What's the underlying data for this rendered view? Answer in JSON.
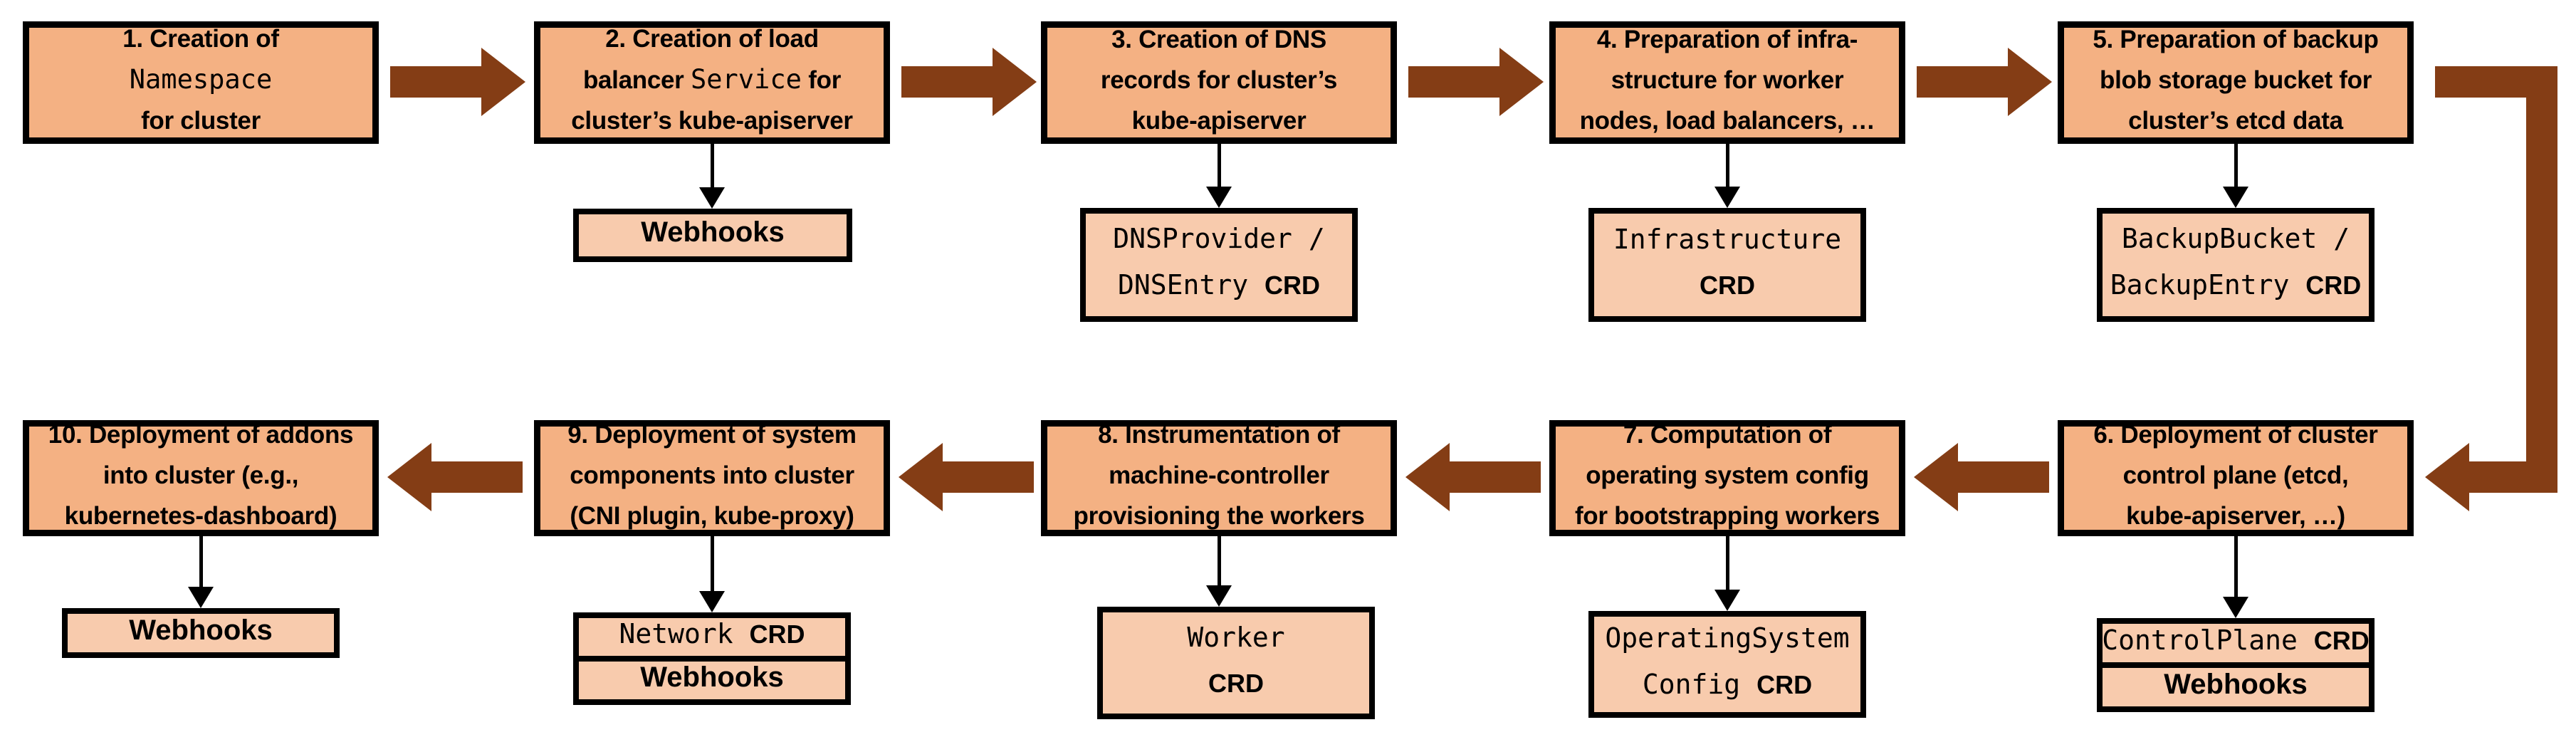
{
  "colors": {
    "step_fill": "#F4B183",
    "resource_fill": "#F8CBAD",
    "arrow_brown": "#843D15",
    "border": "#000000",
    "background": "#FFFFFF",
    "text": "#000000"
  },
  "steps": [
    {
      "num": "1",
      "label": "1. Creation of Namespace for cluster",
      "lines": [
        [
          {
            "t": "1. Creation of",
            "s": "sans"
          }
        ],
        [
          {
            "t": "Namespace",
            "s": "mono"
          }
        ],
        [
          {
            "t": "for cluster",
            "s": "sans"
          }
        ]
      ]
    },
    {
      "num": "2",
      "label": "2. Creation of load balancer Service for cluster’s kube-apiserver",
      "lines": [
        [
          {
            "t": "2. Creation of load",
            "s": "sans"
          }
        ],
        [
          {
            "t": "balancer ",
            "s": "sans"
          },
          {
            "t": "Service",
            "s": "mono"
          },
          {
            "t": " for",
            "s": "sans"
          }
        ],
        [
          {
            "t": "cluster’s kube-apiserver",
            "s": "sans"
          }
        ]
      ]
    },
    {
      "num": "3",
      "label": "3. Creation of DNS records for cluster’s kube-apiserver",
      "lines": [
        [
          {
            "t": "3. Creation of DNS",
            "s": "sans"
          }
        ],
        [
          {
            "t": "records for cluster’s",
            "s": "sans"
          }
        ],
        [
          {
            "t": "kube-apiserver",
            "s": "sans"
          }
        ]
      ]
    },
    {
      "num": "4",
      "label": "4. Preparation of infra­structure for worker nodes, load balancers, …",
      "lines": [
        [
          {
            "t": "4. Preparation of infra-",
            "s": "sans"
          }
        ],
        [
          {
            "t": "structure for worker",
            "s": "sans"
          }
        ],
        [
          {
            "t": "nodes, load balancers, …",
            "s": "sans"
          }
        ]
      ]
    },
    {
      "num": "5",
      "label": "5. Preparation of backup blob storage bucket for cluster’s etcd data",
      "lines": [
        [
          {
            "t": "5. Preparation of backup",
            "s": "sans"
          }
        ],
        [
          {
            "t": "blob storage bucket for",
            "s": "sans"
          }
        ],
        [
          {
            "t": "cluster’s etcd data",
            "s": "sans"
          }
        ]
      ]
    },
    {
      "num": "6",
      "label": "6. Deployment of cluster control plane (etcd, kube-apiserver, …)",
      "lines": [
        [
          {
            "t": "6. Deployment of cluster",
            "s": "sans"
          }
        ],
        [
          {
            "t": "control plane (etcd,",
            "s": "sans"
          }
        ],
        [
          {
            "t": "kube-apiserver, …)",
            "s": "sans"
          }
        ]
      ]
    },
    {
      "num": "7",
      "label": "7. Computation of operating system config for bootstrapping workers",
      "lines": [
        [
          {
            "t": "7. Computation of",
            "s": "sans"
          }
        ],
        [
          {
            "t": "operating system config",
            "s": "sans"
          }
        ],
        [
          {
            "t": "for bootstrapping workers",
            "s": "sans"
          }
        ]
      ]
    },
    {
      "num": "8",
      "label": "8. Instrumentation of machine-controller provisioning the workers",
      "lines": [
        [
          {
            "t": "8. Instrumentation of",
            "s": "sans"
          }
        ],
        [
          {
            "t": "machine-controller",
            "s": "sans"
          }
        ],
        [
          {
            "t": "provisioning the workers",
            "s": "sans"
          }
        ]
      ]
    },
    {
      "num": "9",
      "label": "9. Deployment of system components into cluster (CNI plugin, kube-proxy)",
      "lines": [
        [
          {
            "t": "9. Deployment of system",
            "s": "sans"
          }
        ],
        [
          {
            "t": "components into cluster",
            "s": "sans"
          }
        ],
        [
          {
            "t": "(CNI plugin, kube-proxy)",
            "s": "sans"
          }
        ]
      ]
    },
    {
      "num": "10",
      "label": "10. Deployment of addons into cluster (e.g., kubernetes-dashboard)",
      "lines": [
        [
          {
            "t": "10. Deployment of addons",
            "s": "sans"
          }
        ],
        [
          {
            "t": "into cluster (e.g.,",
            "s": "sans"
          }
        ],
        [
          {
            "t": "kubernetes-dashboard)",
            "s": "sans"
          }
        ]
      ]
    }
  ],
  "resources": {
    "webhooks2": {
      "label": "Webhooks",
      "lines": [
        [
          {
            "t": "Webhooks",
            "s": "sans"
          }
        ]
      ]
    },
    "dns": {
      "label": "DNSProvider / DNSEntry CRD",
      "lines": [
        [
          {
            "t": "DNSProvider /",
            "s": "mono"
          }
        ],
        [
          {
            "t": "DNSEntry ",
            "s": "mono"
          },
          {
            "t": "CRD",
            "s": "crd"
          }
        ]
      ]
    },
    "infra": {
      "label": "Infrastructure CRD",
      "lines": [
        [
          {
            "t": "Infrastructure",
            "s": "mono"
          }
        ],
        [
          {
            "t": "CRD",
            "s": "crd"
          }
        ]
      ]
    },
    "backup": {
      "label": "BackupBucket / BackupEntry CRD",
      "lines": [
        [
          {
            "t": "BackupBucket /",
            "s": "mono"
          }
        ],
        [
          {
            "t": "BackupEntry ",
            "s": "mono"
          },
          {
            "t": "CRD",
            "s": "crd"
          }
        ]
      ]
    },
    "controlplane": {
      "label": "ControlPlane CRD",
      "lines": [
        [
          {
            "t": "ControlPlane ",
            "s": "mono"
          },
          {
            "t": "CRD",
            "s": "crd"
          }
        ]
      ]
    },
    "webhooks6": {
      "label": "Webhooks",
      "lines": [
        [
          {
            "t": "Webhooks",
            "s": "sans"
          }
        ]
      ]
    },
    "osc": {
      "label": "OperatingSystemConfig CRD",
      "lines": [
        [
          {
            "t": "OperatingSystem",
            "s": "mono"
          }
        ],
        [
          {
            "t": "Config ",
            "s": "mono"
          },
          {
            "t": "CRD",
            "s": "crd"
          }
        ]
      ]
    },
    "worker": {
      "label": "Worker CRD",
      "lines": [
        [
          {
            "t": "Worker",
            "s": "mono"
          }
        ],
        [
          {
            "t": "CRD",
            "s": "crd"
          }
        ]
      ]
    },
    "network": {
      "label": "Network CRD",
      "lines": [
        [
          {
            "t": "Network ",
            "s": "mono"
          },
          {
            "t": "CRD",
            "s": "crd"
          }
        ]
      ]
    },
    "webhooks9": {
      "label": "Webhooks",
      "lines": [
        [
          {
            "t": "Webhooks",
            "s": "sans"
          }
        ]
      ]
    },
    "webhooks10": {
      "label": "Webhooks",
      "lines": [
        [
          {
            "t": "Webhooks",
            "s": "sans"
          }
        ]
      ]
    }
  },
  "flow": [
    {
      "from": "1",
      "to": "2"
    },
    {
      "from": "2",
      "to": "3"
    },
    {
      "from": "3",
      "to": "4"
    },
    {
      "from": "4",
      "to": "5"
    },
    {
      "from": "5",
      "to": "6",
      "shape": "elbow-right-down"
    },
    {
      "from": "6",
      "to": "7"
    },
    {
      "from": "7",
      "to": "8"
    },
    {
      "from": "8",
      "to": "9"
    },
    {
      "from": "9",
      "to": "10"
    }
  ]
}
